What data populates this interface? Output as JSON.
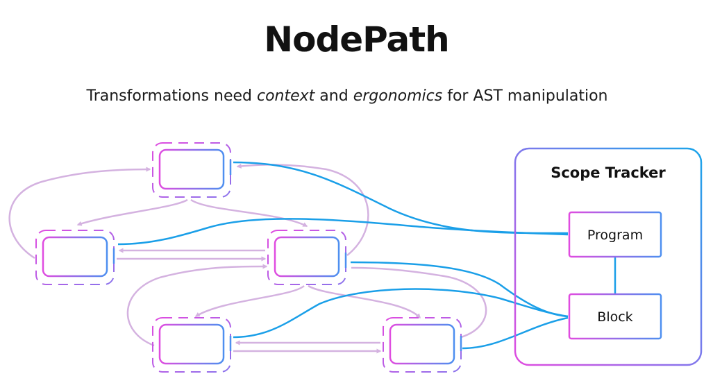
{
  "title": "NodePath",
  "subtitle": {
    "part1": "Transformations need ",
    "em1": "context",
    "part2": " and ",
    "em2": "ergonomics",
    "part3": " for AST manipulation"
  },
  "scope_tracker": {
    "title": "Scope Tracker",
    "program_label": "Program",
    "block_label": "Block"
  },
  "colors": {
    "blue": "#1a9fe8",
    "lavender": "#d4b2e0",
    "dash": "#b985e3",
    "grad_start": "#e04ce0",
    "grad_end": "#4d8ff0"
  }
}
